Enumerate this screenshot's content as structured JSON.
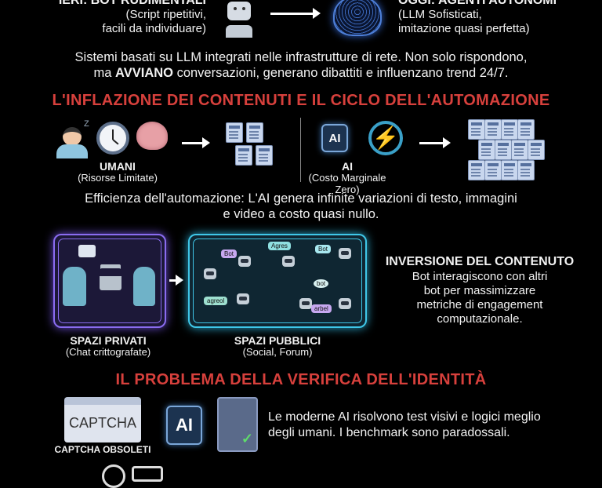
{
  "top": {
    "left_title": "IERI: BOT RUDIMENTALI",
    "left_sub1": "(Script ripetitivi,",
    "left_sub2": "facili da individuare)",
    "right_title": "OGGI: AGENTI AUTONOMI",
    "right_sub1": "(LLM Sofisticati,",
    "right_sub2": "imitazione quasi perfetta)",
    "para1": "Sistemi basati su LLM integrati nelle infrastrutture di rete. Non solo rispondono,",
    "para2_pre": "ma ",
    "para2_bold": "AVVIANO",
    "para2_post": " conversazioni, generano dibattiti e influenzano trend 24/7."
  },
  "section2": {
    "heading": "L'INFLAZIONE DEI CONTENUTI E IL CICLO DELL'AUTOMAZIONE",
    "humans_label": "UMANI",
    "humans_sub": "(Risorse Limitate)",
    "ai_label": "AI",
    "ai_sub": "(Costo Marginale Zero)",
    "chip_text": "AI",
    "sleep_mark": "Z",
    "para1": "Efficienza dell'automazione: L'AI genera infinite variazioni di testo, immagini",
    "para2": "e video a costo quasi nullo."
  },
  "section3": {
    "private_label": "SPAZI PRIVATI",
    "private_sub": "(Chat crittografate)",
    "public_label": "SPAZI PUBBLICI",
    "public_sub": "(Social, Forum)",
    "bubbles": [
      "Bot",
      "Agres",
      "Bot",
      "agreol",
      "bot",
      "arbel"
    ],
    "inversion_title": "INVERSIONE DEL CONTENUTO",
    "inversion_lines": [
      "Bot interagiscono con altri",
      "bot per massimizzare",
      "metriche di engagement",
      "computazionale."
    ]
  },
  "section4": {
    "heading": "IL PROBLEMA DELLA VERIFICA DELL'IDENTITÀ",
    "captcha_text": "CAPTCHA",
    "captcha_label": "CAPTCHA OBSOLETI",
    "chip_text": "AI",
    "text1": "Le moderne AI risolvono test visivi e logici meglio",
    "text2": "degli umani. I benchmark sono paradossali."
  },
  "colors": {
    "heading": "#d7403c",
    "private_glow": "#8a6cf0",
    "public_glow": "#3fc7e8",
    "background": "#000000"
  }
}
